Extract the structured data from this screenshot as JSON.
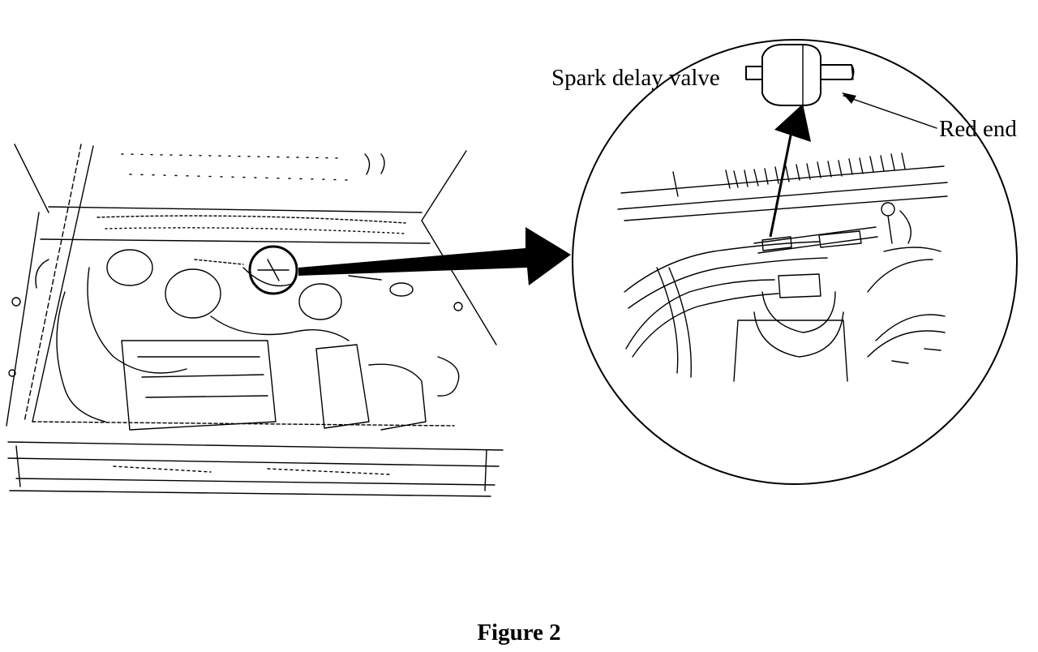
{
  "labels": {
    "spark_delay_valve": "Spark delay valve",
    "red_end": "Red end"
  },
  "caption": "Figure 2",
  "colors": {
    "ink": "#000000",
    "background": "#ffffff"
  }
}
